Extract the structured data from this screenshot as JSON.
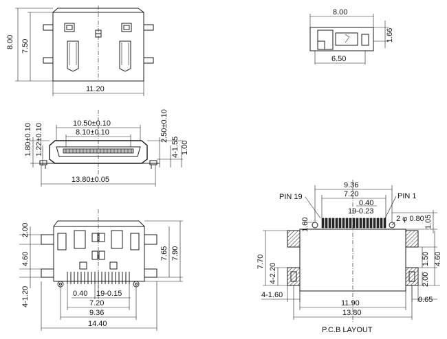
{
  "top_view": {
    "height_total": "8.00",
    "height_inner": "7.50",
    "width": "11.20"
  },
  "side_view": {
    "width_top": "8.00",
    "height": "1.66",
    "width_bottom": "6.50"
  },
  "front_view": {
    "dim_1": "10.50±0.10",
    "dim_2": "8.10±0.10",
    "dim_bottom": "13.80±0.05",
    "left_1": "1.80±0.10",
    "left_2": "1.22±0.10",
    "right_1": "2.50±0.10",
    "right_2": "4-1.55",
    "right_3": "1.00"
  },
  "bottom_view": {
    "left_top": "2.00",
    "left_mid": "4.60",
    "left_bottom": "4-1.20",
    "pitch": "0.40",
    "pins": "19-0.15",
    "span_1": "7.20",
    "span_2": "9.36",
    "span_3": "14.40",
    "right_1": "7.65",
    "right_2": "7.90"
  },
  "pcb_layout": {
    "title": "P.C.B  LAYOUT",
    "pin19": "PIN 19",
    "pin1": "PIN 1",
    "w_936": "9.36",
    "w_720": "7.20",
    "pitch": "0.40",
    "pads": "19-0.23",
    "hole": "2 φ 0.80",
    "left_160": "1.60",
    "right_105": "1.05",
    "left_770": "7.70",
    "left_220": "4-2.20",
    "left_bottom": "4-1.60",
    "w_1190": "11.90",
    "w_1380": "13.80",
    "right_150": "1.50",
    "right_460": "4.60",
    "right_200": "2.00",
    "right_065": "0.65"
  }
}
